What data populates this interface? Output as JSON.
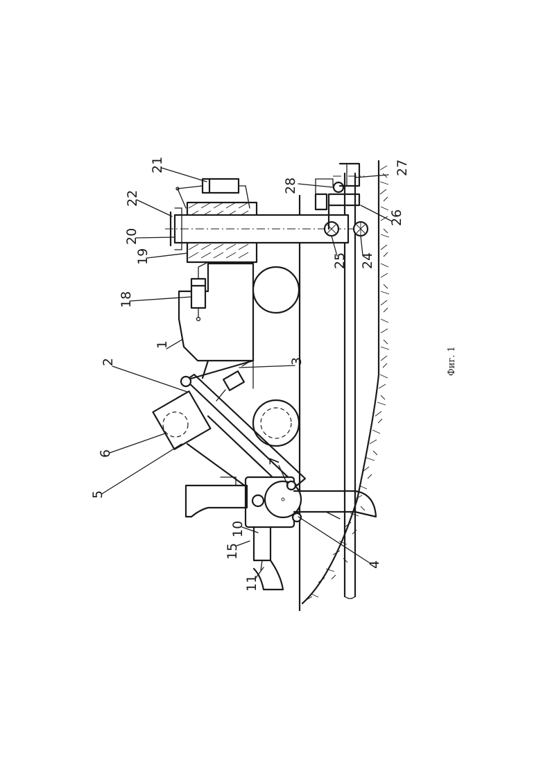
{
  "caption": "Фиг. 1",
  "labels": {
    "l1": "1",
    "l2": "2",
    "l3": "3",
    "l4": "4",
    "l5": "5",
    "l6": "6",
    "l7": "7",
    "l10": "10",
    "l11": "11",
    "l15": "15",
    "l18": "18",
    "l19": "19",
    "l20": "20",
    "l21": "21",
    "l22": "22",
    "l24": "24",
    "l25": "25",
    "l26": "26",
    "l27": "27",
    "l28": "28"
  }
}
